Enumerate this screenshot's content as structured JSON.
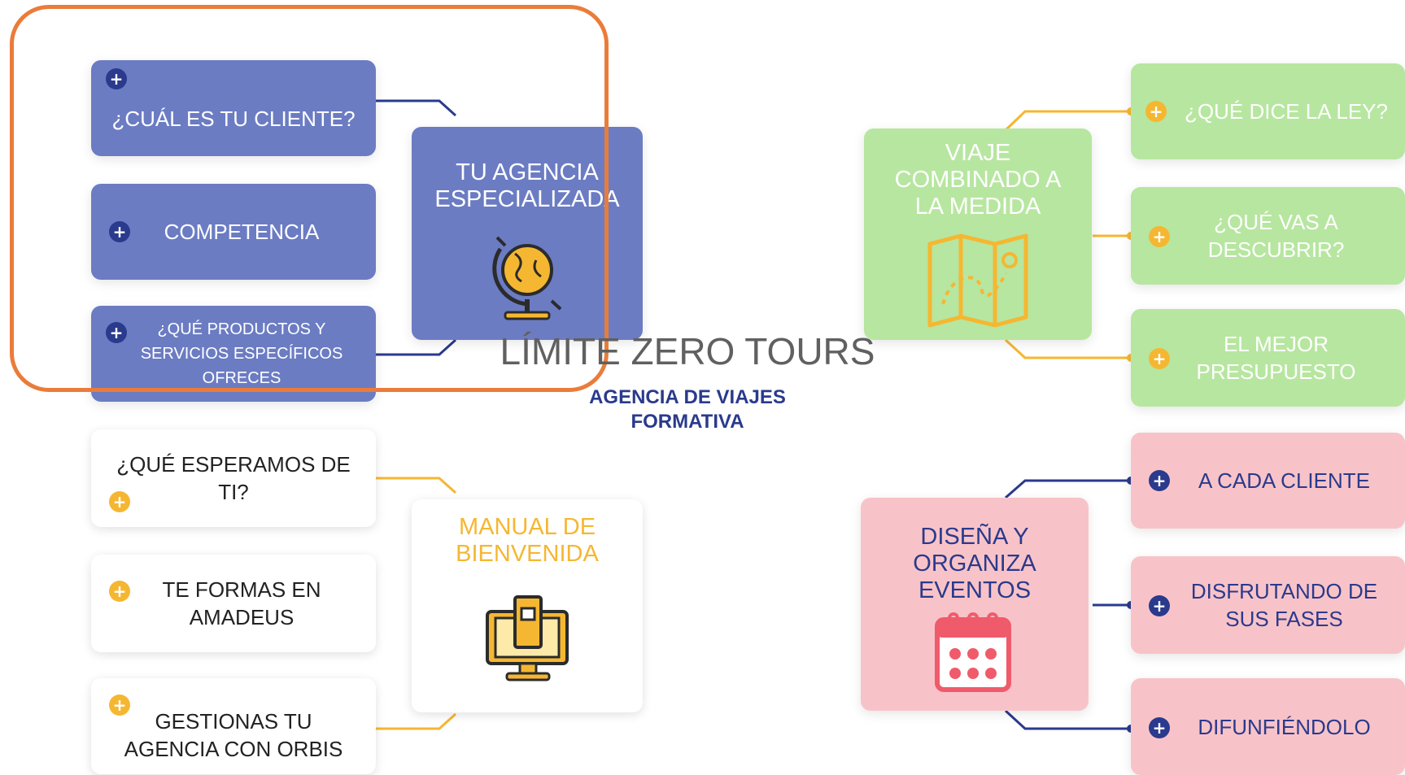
{
  "center": {
    "title": "LÍMITE ZERO TOURS",
    "subtitle_line1": "AGENCIA DE VIAJES",
    "subtitle_line2": "FORMATIVA"
  },
  "colors": {
    "blue_card": "#6b7cc3",
    "green_card": "#b7e6a0",
    "pink_card": "#f8c3c8",
    "navy": "#2a3a8c",
    "amber": "#f5b731",
    "highlight": "#ea7c3a"
  },
  "branches": {
    "agencia": {
      "hub_line1": "TU AGENCIA",
      "hub_line2": "ESPECIALIZADA",
      "icon": "globe-icon",
      "leaves": [
        {
          "line1": "¿CUÁL ES TU CLIENTE?"
        },
        {
          "line1": "COMPETENCIA"
        },
        {
          "line1": "¿QUÉ PRODUCTOS Y",
          "line2": "SERVICIOS ESPECÍFICOS",
          "line3": "OFRECES"
        }
      ]
    },
    "manual": {
      "hub_line1": "MANUAL DE",
      "hub_line2": "BIENVENIDA",
      "icon": "computer-book-icon",
      "leaves": [
        {
          "line1": "¿QUÉ ESPERAMOS DE",
          "line2": "TI?"
        },
        {
          "line1": "TE FORMAS EN",
          "line2": "AMADEUS"
        },
        {
          "line1": "GESTIONAS TU",
          "line2": "AGENCIA CON ORBIS"
        }
      ]
    },
    "viaje": {
      "hub_line1": "VIAJE",
      "hub_line2": "COMBINADO A",
      "hub_line3": "LA MEDIDA",
      "icon": "map-icon",
      "leaves": [
        {
          "line1": "¿QUÉ DICE LA LEY?"
        },
        {
          "line1": "¿QUÉ VAS A",
          "line2": "DESCUBRIR?"
        },
        {
          "line1": "EL MEJOR",
          "line2": "PRESUPUESTO"
        }
      ]
    },
    "eventos": {
      "hub_line1": "DISEÑA Y",
      "hub_line2": "ORGANIZA",
      "hub_line3": "EVENTOS",
      "icon": "calendar-icon",
      "leaves": [
        {
          "line1": "A CADA CLIENTE"
        },
        {
          "line1": "DISFRUTANDO DE",
          "line2": "SUS FASES"
        },
        {
          "line1": "DIFUNFIÉNDOLO"
        }
      ]
    }
  }
}
